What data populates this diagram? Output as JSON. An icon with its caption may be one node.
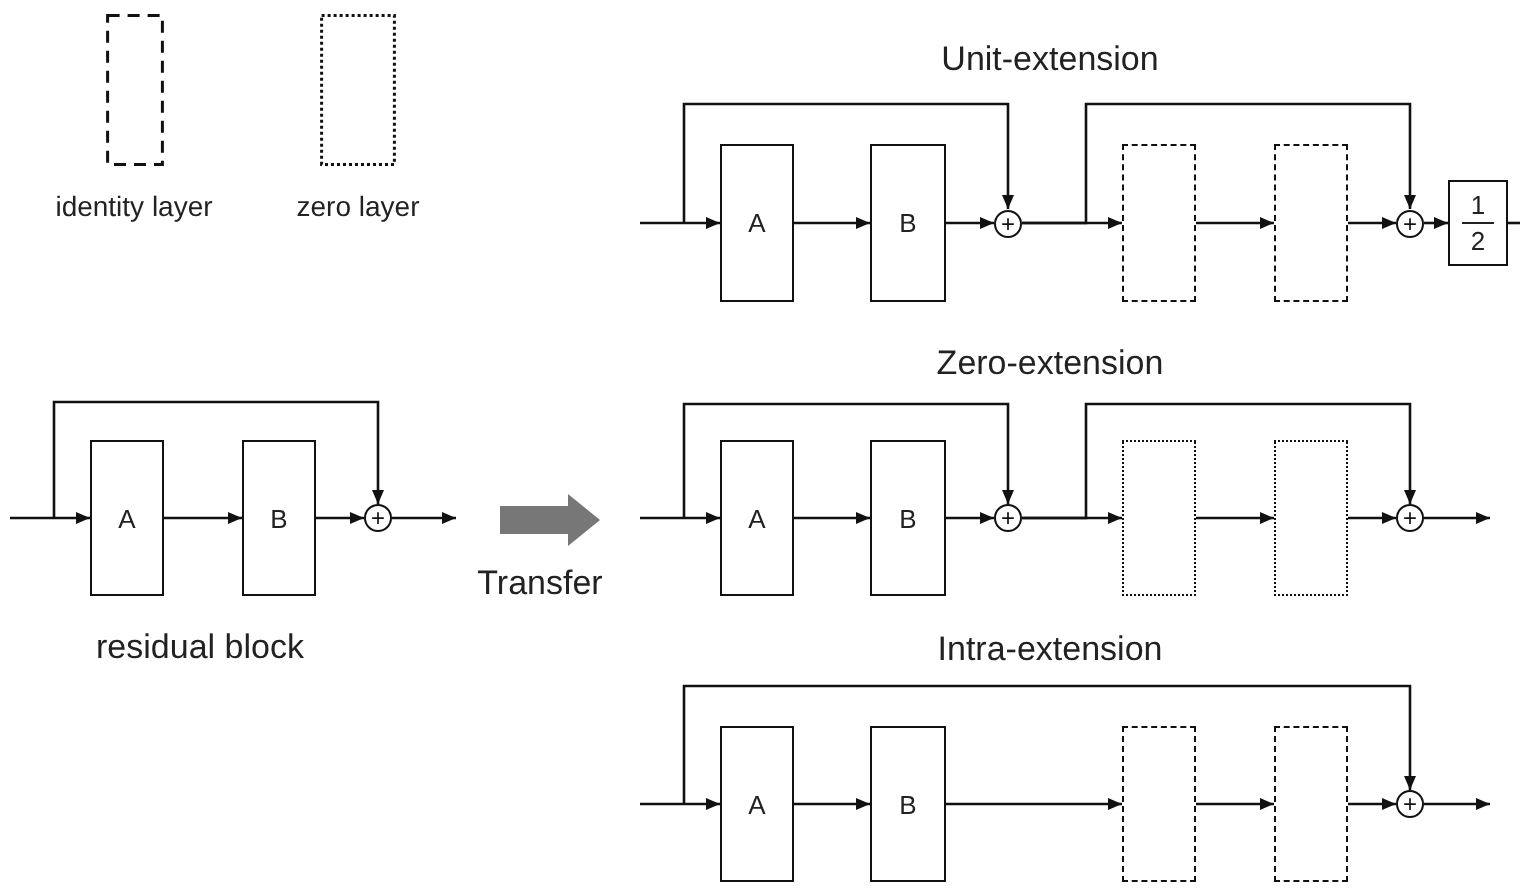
{
  "diagram": {
    "nodes": [
      {
        "text": [
          "A"
        ]
      },
      {
        "text": [
          "B"
        ]
      },
      {
        "text": [
          "+"
        ]
      },
      {
        "text": [
          "A"
        ]
      },
      {
        "text": [
          "B"
        ]
      },
      {
        "text": [
          "+"
        ]
      },
      {
        "text": [],
        "shape": "box"
      },
      {
        "text": [],
        "shape": "box"
      },
      {
        "text": [
          "+"
        ]
      },
      {
        "text": [
          "1",
          "2"
        ]
      },
      {
        "text": [
          "A"
        ]
      },
      {
        "text": [
          "B"
        ]
      },
      {
        "text": [
          "+"
        ]
      },
      {
        "text": [],
        "shape": "box"
      },
      {
        "text": [],
        "shape": "box"
      },
      {
        "text": [
          "+"
        ]
      },
      {
        "text": [
          "A"
        ]
      },
      {
        "text": [
          "B"
        ]
      },
      {
        "text": [],
        "shape": "box"
      },
      {
        "text": [],
        "shape": "box"
      },
      {
        "text": [
          "+"
        ]
      }
    ],
    "edges": [
      {
        "from": null,
        "to": 0,
        "arrow": "to"
      },
      {
        "from": null,
        "to": 2,
        "arrow": "to"
      },
      {
        "from": 0,
        "to": 1,
        "arrow": "to"
      },
      {
        "from": 1,
        "to": 2,
        "arrow": "to"
      },
      {
        "from": 2,
        "to": null,
        "arrow": "to"
      },
      {
        "from": null,
        "to": 3,
        "arrow": "to"
      },
      {
        "from": null,
        "to": 5,
        "arrow": "to"
      },
      {
        "from": 3,
        "to": 4,
        "arrow": "to"
      },
      {
        "from": 4,
        "to": 5,
        "arrow": "to"
      },
      {
        "from": 5,
        "to": 6,
        "arrow": "to"
      },
      {
        "from": 5,
        "to": 8,
        "arrow": "to"
      },
      {
        "from": 6,
        "to": 7,
        "arrow": "to"
      },
      {
        "from": 7,
        "to": 8,
        "arrow": "to"
      },
      {
        "from": 8,
        "to": 9,
        "arrow": "to"
      },
      {
        "from": 9,
        "to": null,
        "arrow": "none"
      },
      {
        "from": null,
        "to": 10,
        "arrow": "to"
      },
      {
        "from": null,
        "to": 12,
        "arrow": "to"
      },
      {
        "from": 10,
        "to": 11,
        "arrow": "to"
      },
      {
        "from": 11,
        "to": 12,
        "arrow": "to"
      },
      {
        "from": 12,
        "to": 13,
        "arrow": "to"
      },
      {
        "from": 12,
        "to": 15,
        "arrow": "to"
      },
      {
        "from": 13,
        "to": 14,
        "arrow": "to"
      },
      {
        "from": 14,
        "to": 15,
        "arrow": "to"
      },
      {
        "from": 15,
        "to": null,
        "arrow": "to"
      },
      {
        "from": null,
        "to": 16,
        "arrow": "to"
      },
      {
        "from": null,
        "to": 20,
        "arrow": "to"
      },
      {
        "from": 16,
        "to": 17,
        "arrow": "to"
      },
      {
        "from": 17,
        "to": 18,
        "arrow": "to"
      },
      {
        "from": 18,
        "to": 19,
        "arrow": "to"
      },
      {
        "from": 19,
        "to": 20,
        "arrow": "to"
      },
      {
        "from": 20,
        "to": null,
        "arrow": "to"
      }
    ],
    "labels": [
      "Unit-extension",
      "Zero-extension",
      "Transfer",
      "residual block",
      "Intra-extension"
    ],
    "legend": [
      {
        "text": "identity layer"
      },
      {
        "text": "zero layer"
      }
    ]
  }
}
